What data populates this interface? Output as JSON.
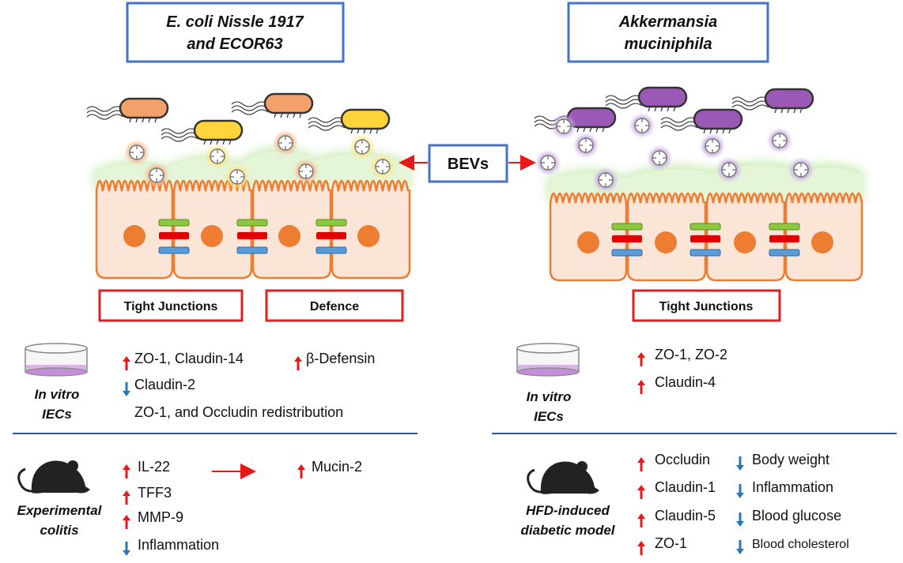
{
  "left": {
    "title_line1": "E. coli Nissle 1917",
    "title_line2": "and ECOR63",
    "box_tight": "Tight Junctions",
    "box_defence": "Defence",
    "invitro": {
      "label_line1": "In vitro",
      "label_line2": "IECs",
      "items": [
        {
          "arrow": "up",
          "text": "ZO-1, Claudin-14"
        },
        {
          "arrow": "down",
          "text": "Claudin-2"
        },
        {
          "arrow": "none",
          "text": "ZO-1, and Occludin redistribution"
        },
        {
          "arrow": "up",
          "text": "β-Defensin"
        }
      ]
    },
    "colitis": {
      "label_line1": "Experimental",
      "label_line2": "colitis",
      "items": [
        {
          "arrow": "up",
          "text": "IL-22"
        },
        {
          "arrow": "up",
          "text": "TFF3"
        },
        {
          "arrow": "up",
          "text": "MMP-9"
        },
        {
          "arrow": "down",
          "text": "Inflammation"
        },
        {
          "arrow": "up",
          "text": "Mucin-2"
        }
      ]
    }
  },
  "center": {
    "bevs_label": "BEVs"
  },
  "right": {
    "title_line1": "Akkermansia",
    "title_line2": "muciniphila",
    "box_tight": "Tight Junctions",
    "invitro": {
      "label_line1": "In vitro",
      "label_line2": "IECs",
      "items": [
        {
          "arrow": "up",
          "text": "ZO-1, ZO-2"
        },
        {
          "arrow": "up",
          "text": "Claudin-4"
        }
      ]
    },
    "hfd": {
      "label_line1": "HFD-induced",
      "label_line2": "diabetic model",
      "items": [
        {
          "arrow": "up",
          "text": "Occludin"
        },
        {
          "arrow": "up",
          "text": "Claudin-1"
        },
        {
          "arrow": "up",
          "text": "Claudin-5"
        },
        {
          "arrow": "up",
          "text": "ZO-1"
        },
        {
          "arrow": "down",
          "text": "Body weight"
        },
        {
          "arrow": "down",
          "text": "Inflammation"
        },
        {
          "arrow": "down",
          "text": "Blood glucose"
        },
        {
          "arrow": "down",
          "text": "Blood cholesterol"
        }
      ]
    }
  },
  "colors": {
    "title_border": "#4472C4",
    "red_box": "#E02020",
    "arrow_up": "#E81818",
    "arrow_down": "#2E75B6",
    "divider": "#2F5597",
    "cell_fill": "#FBE5D6",
    "cell_border": "#ED7D31",
    "nucleus": "#ED7D31",
    "mucus_glow": "#C8EBB0",
    "junction_green": "#8DC63F",
    "junction_red": "#E00000",
    "junction_blue": "#5B9BD5",
    "ecoli_orange": "#F4A06A",
    "ecoli_yellow": "#FFD43B",
    "akk_purple": "#9B59B6"
  }
}
